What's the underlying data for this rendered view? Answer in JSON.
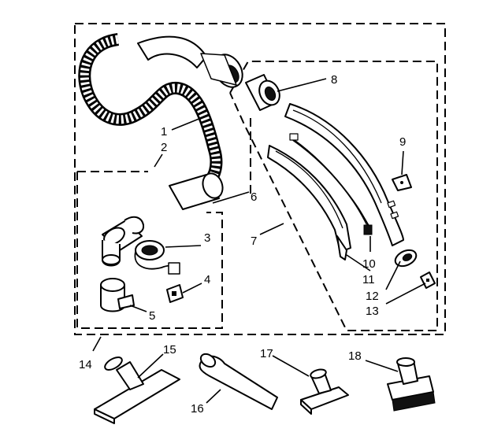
{
  "diagram": {
    "labels": [
      "1",
      "2",
      "3",
      "4",
      "5",
      "6",
      "7",
      "8",
      "9",
      "10",
      "11",
      "12",
      "13",
      "14",
      "15",
      "16",
      "17",
      "18"
    ],
    "colors": {
      "ink": "#000000",
      "paper": "#ffffff"
    }
  }
}
